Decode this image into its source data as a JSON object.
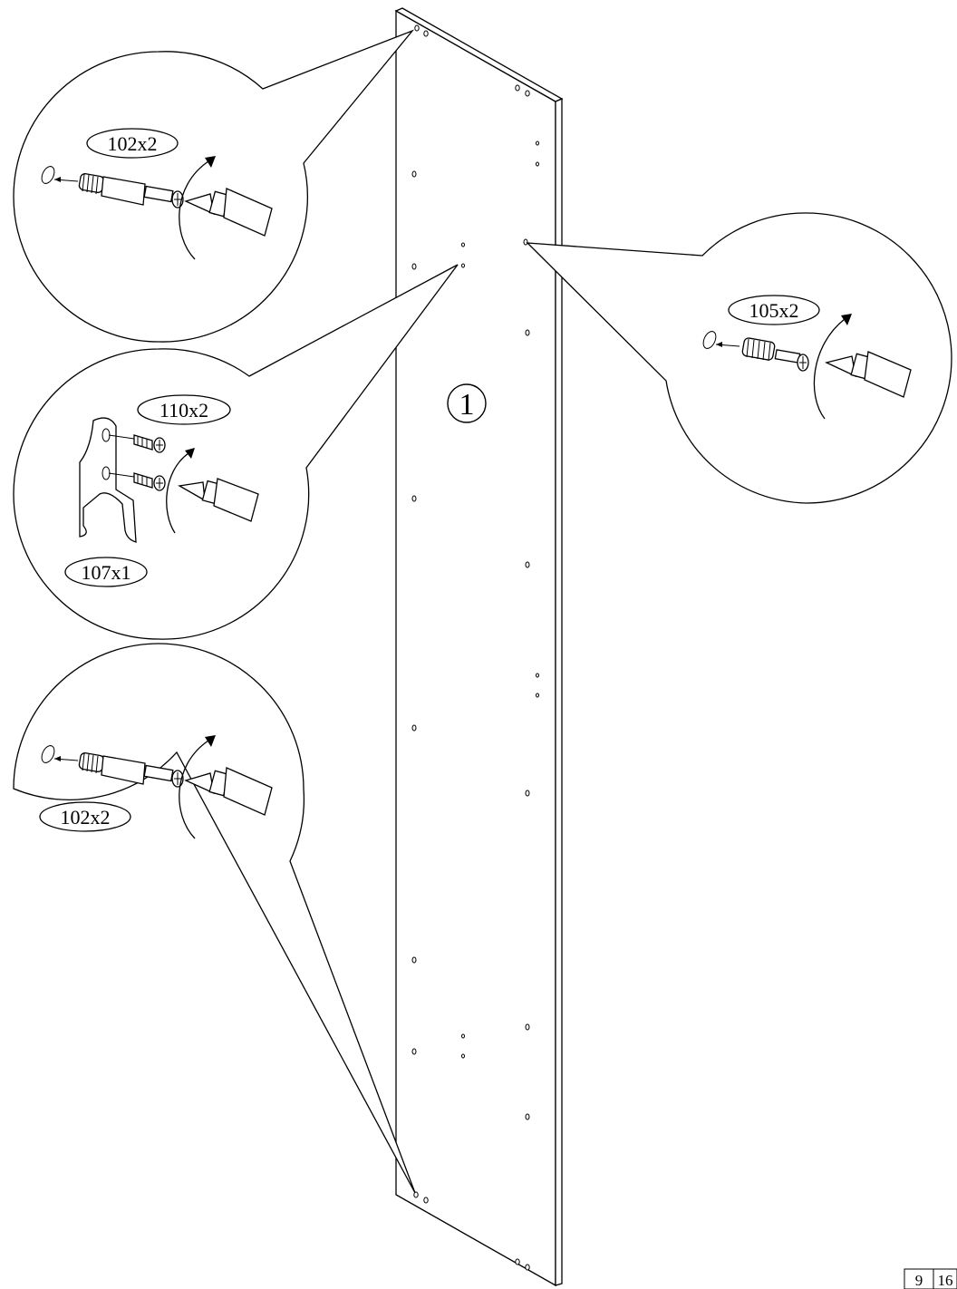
{
  "panel": {
    "part_number": "1"
  },
  "callouts": {
    "top_left_cam_bolt": {
      "label": "102x2"
    },
    "hook_bracket_screws": {
      "label": "110x2"
    },
    "hook_bracket_part": {
      "label": "107x1"
    },
    "bottom_left_cam_bolt": {
      "label": "102x2"
    },
    "right_dowel_bolt": {
      "label": "105x2"
    }
  },
  "page_indicator": {
    "current": "9",
    "total": "16"
  }
}
